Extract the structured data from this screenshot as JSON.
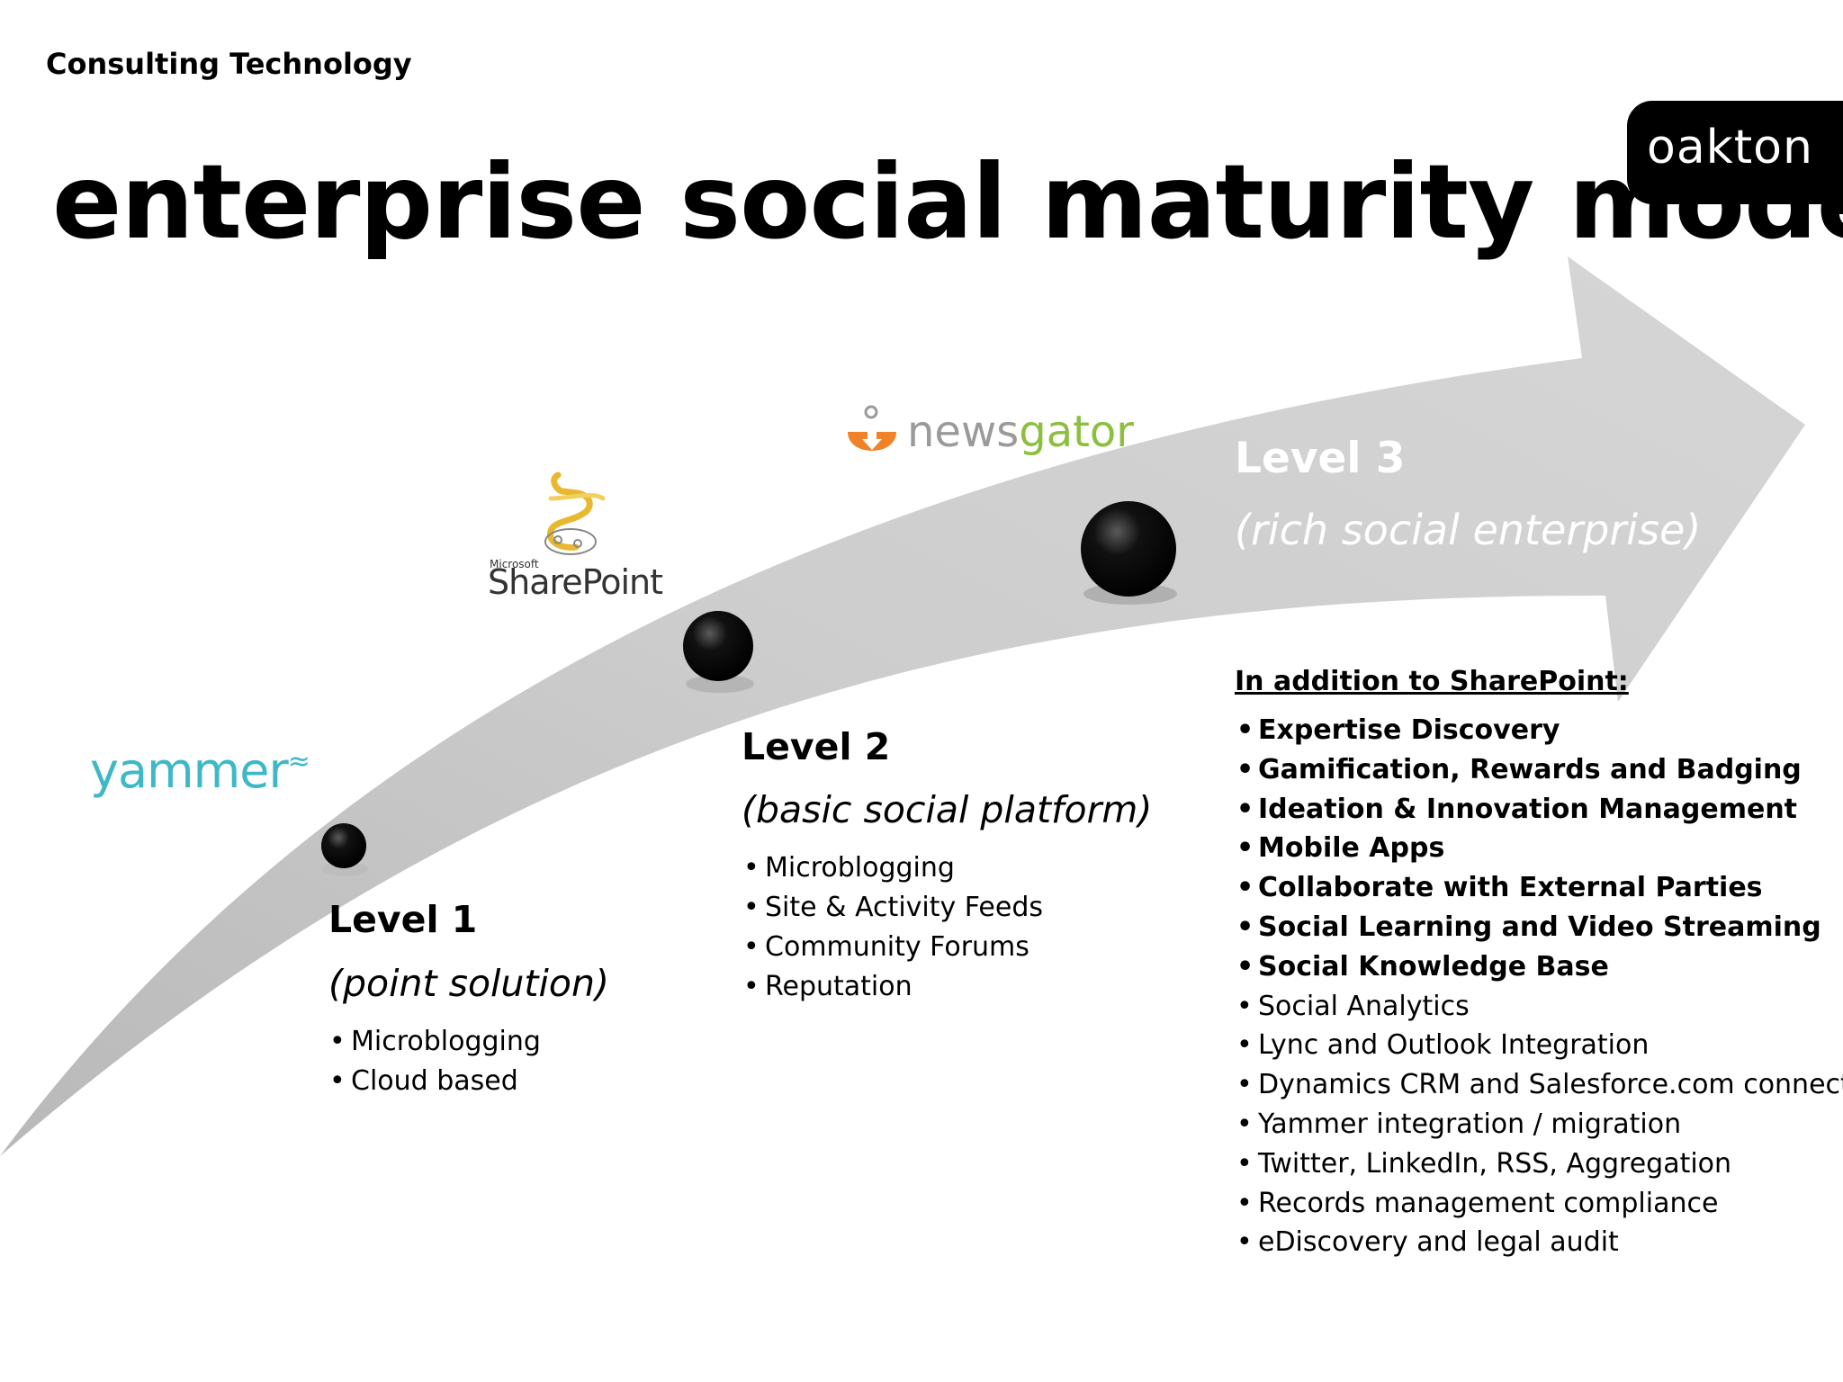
{
  "header": {
    "label": "Consulting Technology",
    "title": "enterprise social maturity model",
    "brand": "oakton"
  },
  "colors": {
    "arrow": "#c8c8c8",
    "dot": "#000000",
    "yammer": "#3eb8c6",
    "newsgator_orange": "#f0822a",
    "newsgator_green": "#8cbf3f",
    "sharepoint_gold": "#e8b830"
  },
  "logos": {
    "yammer": "yammer",
    "sharepoint_small": "Microsoft",
    "sharepoint": "SharePoint",
    "newsgator_news": "news",
    "newsgator_gator": "gator"
  },
  "levels": [
    {
      "title": "Level 1",
      "subtitle": "(point solution)",
      "items": [
        "Microblogging",
        "Cloud based"
      ]
    },
    {
      "title": "Level 2",
      "subtitle": "(basic social platform)",
      "items": [
        "Microblogging",
        "Site & Activity Feeds",
        "Community Forums",
        "Reputation"
      ]
    },
    {
      "title": "Level 3",
      "subtitle": "(rich social enterprise)",
      "heading": "In addition to SharePoint:",
      "items": [
        {
          "text": "Expertise Discovery",
          "bold": true
        },
        {
          "text": "Gamification, Rewards and Badging",
          "bold": true
        },
        {
          "text": "Ideation & Innovation Management",
          "bold": true
        },
        {
          "text": "Mobile Apps",
          "bold": true
        },
        {
          "text": "Collaborate with External Parties",
          "bold": true
        },
        {
          "text": "Social Learning and Video Streaming",
          "bold": true
        },
        {
          "text": "Social Knowledge Base",
          "bold": true
        },
        {
          "text": "Social Analytics",
          "bold": false
        },
        {
          "text": "Lync and Outlook Integration",
          "bold": false
        },
        {
          "text": "Dynamics CRM and Salesforce.com connector",
          "bold": false
        },
        {
          "text": "Yammer integration / migration",
          "bold": false
        },
        {
          "text": "Twitter, LinkedIn, RSS, Aggregation",
          "bold": false
        },
        {
          "text": "Records management compliance",
          "bold": false
        },
        {
          "text": "eDiscovery and legal audit",
          "bold": false
        }
      ]
    }
  ]
}
